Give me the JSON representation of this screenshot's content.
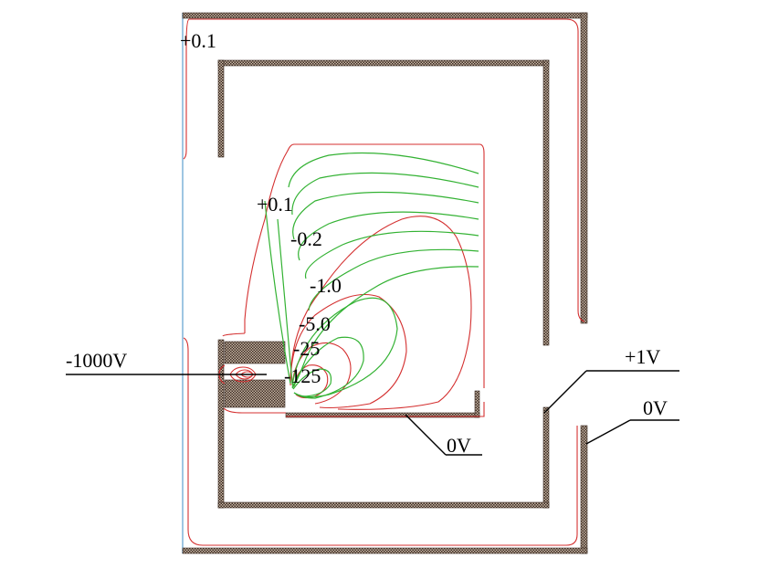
{
  "labels": {
    "outer_eq": "+0.1",
    "inner_eq_1": "+0.1",
    "inner_eq_2": "-0.2",
    "inner_eq_3": "-1.0",
    "inner_eq_4": "-5.0",
    "inner_eq_5": "-25",
    "inner_eq_6": "-125",
    "source_voltage": "-1000V",
    "mid_electrode_voltage": "+1V",
    "inner_box_voltage": "0V",
    "outer_box_voltage": "0V"
  },
  "colors": {
    "electrode_dark": "#3a2a22",
    "electrode_light": "#c9b8a6",
    "equipotential_red": "#d43030",
    "equipotential_green": "#33b233",
    "axis_blue": "#7fb3d9"
  }
}
